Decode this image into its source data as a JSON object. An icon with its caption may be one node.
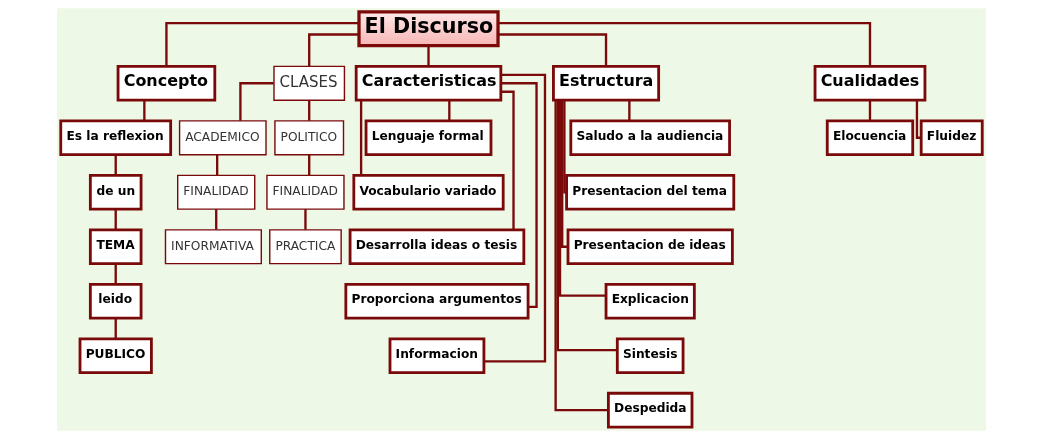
{
  "diagram": {
    "nodes": [
      {
        "text": [
          "El Discurso"
        ]
      },
      {
        "text": [
          "Concepto"
        ]
      },
      {
        "text": [
          "CLASES"
        ]
      },
      {
        "text": [
          "Caracteristicas"
        ]
      },
      {
        "text": [
          "Estructura"
        ]
      },
      {
        "text": [
          "Cualidades"
        ]
      },
      {
        "text": [
          "Es la reflexion"
        ]
      },
      {
        "text": [
          "de un"
        ]
      },
      {
        "text": [
          "TEMA"
        ]
      },
      {
        "text": [
          "leido"
        ]
      },
      {
        "text": [
          "PUBLICO"
        ]
      },
      {
        "text": [
          "ACADEMICO"
        ]
      },
      {
        "text": [
          "POLITICO"
        ]
      },
      {
        "text": [
          "FINALIDAD"
        ]
      },
      {
        "text": [
          "FINALIDAD"
        ]
      },
      {
        "text": [
          "INFORMATIVA"
        ]
      },
      {
        "text": [
          "PRACTICA"
        ]
      },
      {
        "text": [
          "Lenguaje formal"
        ]
      },
      {
        "text": [
          "Vocabulario variado"
        ]
      },
      {
        "text": [
          "Desarrolla ideas o tesis"
        ]
      },
      {
        "text": [
          "Proporciona argumentos"
        ]
      },
      {
        "text": [
          "Informacion"
        ]
      },
      {
        "text": [
          "Saludo a la audiencia"
        ]
      },
      {
        "text": [
          "Presentacion del tema"
        ]
      },
      {
        "text": [
          "Presentacion de ideas"
        ]
      },
      {
        "text": [
          "Explicacion"
        ]
      },
      {
        "text": [
          "Sintesis"
        ]
      },
      {
        "text": [
          "Despedida"
        ]
      },
      {
        "text": [
          "Elocuencia"
        ]
      },
      {
        "text": [
          "Fluidez"
        ]
      }
    ],
    "edges": [
      {
        "from": 0,
        "to": 1,
        "arrow": "none"
      },
      {
        "from": 0,
        "to": 2,
        "arrow": "none"
      },
      {
        "from": 0,
        "to": 3,
        "arrow": "none"
      },
      {
        "from": 0,
        "to": 4,
        "arrow": "none"
      },
      {
        "from": 0,
        "to": 5,
        "arrow": "none"
      },
      {
        "from": 1,
        "to": 6,
        "arrow": "none"
      },
      {
        "from": 6,
        "to": 7,
        "arrow": "none"
      },
      {
        "from": 7,
        "to": 8,
        "arrow": "none"
      },
      {
        "from": 8,
        "to": 9,
        "arrow": "none"
      },
      {
        "from": 9,
        "to": 10,
        "arrow": "none"
      },
      {
        "from": 2,
        "to": 11,
        "arrow": "none"
      },
      {
        "from": 2,
        "to": 12,
        "arrow": "none"
      },
      {
        "from": 11,
        "to": 13,
        "arrow": "none"
      },
      {
        "from": 12,
        "to": 14,
        "arrow": "none"
      },
      {
        "from": 13,
        "to": 15,
        "arrow": "none"
      },
      {
        "from": 14,
        "to": 16,
        "arrow": "none"
      },
      {
        "from": 3,
        "to": 17,
        "arrow": "none"
      },
      {
        "from": 3,
        "to": 18,
        "arrow": "none"
      },
      {
        "from": 3,
        "to": 19,
        "arrow": "none"
      },
      {
        "from": 3,
        "to": 20,
        "arrow": "none"
      },
      {
        "from": 3,
        "to": 21,
        "arrow": "none"
      },
      {
        "from": 4,
        "to": 22,
        "arrow": "none"
      },
      {
        "from": 4,
        "to": 23,
        "arrow": "none"
      },
      {
        "from": 4,
        "to": 24,
        "arrow": "none"
      },
      {
        "from": 4,
        "to": 25,
        "arrow": "none"
      },
      {
        "from": 4,
        "to": 26,
        "arrow": "none"
      },
      {
        "from": 4,
        "to": 27,
        "arrow": "none"
      },
      {
        "from": 5,
        "to": 28,
        "arrow": "none"
      },
      {
        "from": 5,
        "to": 29,
        "arrow": "none"
      }
    ]
  }
}
